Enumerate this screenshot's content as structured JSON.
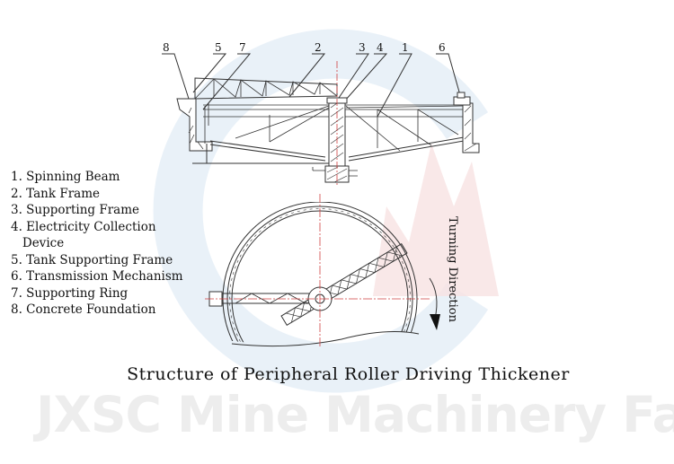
{
  "diagram": {
    "title": "Structure of Peripheral Roller Driving Thickener",
    "watermark": "JXSC Mine Machinery Factory",
    "callouts": [
      "8",
      "5",
      "7",
      "2",
      "3",
      "4",
      "1",
      "6"
    ],
    "turning_label": "Turning Direction",
    "legend": [
      "1. Spinning Beam",
      "2. Tank Frame",
      "3. Supporting Frame",
      "4. Electricity Collection",
      "   Device",
      "5. Tank Supporting Frame",
      "6. Transmission Mechanism",
      "7. Supporting Ring",
      "8. Concrete Foundation"
    ],
    "colors": {
      "line": "#333333",
      "centerline": "#d04040",
      "watermark_blue": "#dbe9f3",
      "watermark_red": "#f6dcdc"
    }
  }
}
